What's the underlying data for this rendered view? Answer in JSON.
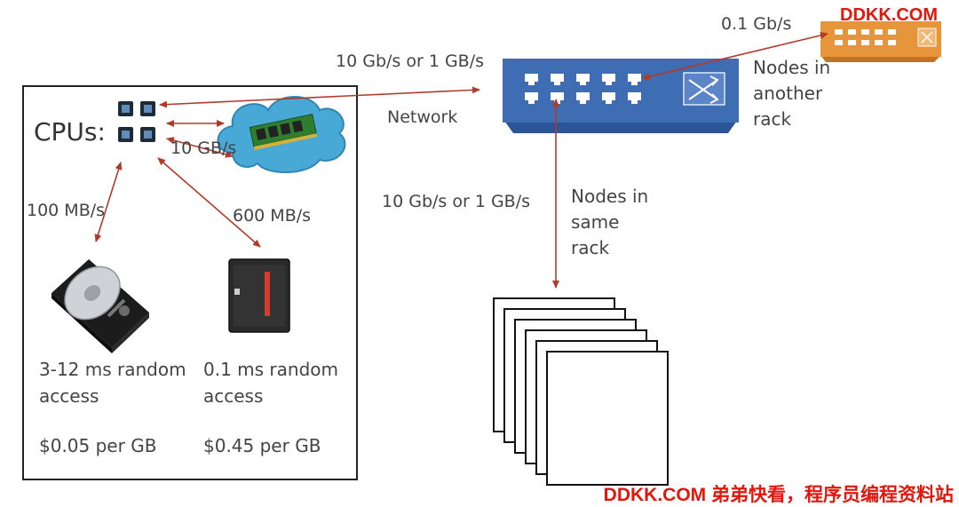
{
  "watermark": {
    "top": "DDKK.COM",
    "bottom": "DDKK.COM 弟弟快看，程序员编程资料站"
  },
  "node": {
    "cpus_label": "CPUs:",
    "ram_bandwidth": "10 GB/s",
    "hdd_bandwidth": "100 MB/s",
    "ssd_bandwidth": "600 MB/s",
    "hdd": {
      "latency_line1": "3-12 ms random",
      "latency_line2": "access",
      "price": "$0.05 per GB"
    },
    "ssd": {
      "latency_line1": "0.1 ms random",
      "latency_line2": "access",
      "price": "$0.45 per GB"
    }
  },
  "network": {
    "label": "Network",
    "node_link_bandwidth": "10 Gb/s or 1 GB/s",
    "rack_link_bandwidth": "10 Gb/s or 1 GB/s",
    "other_rack_bandwidth": "0.1 Gb/s",
    "same_rack_line1": "Nodes in",
    "same_rack_line2": "same",
    "same_rack_line3": "rack",
    "other_rack_line1": "Nodes in",
    "other_rack_line2": "another",
    "other_rack_line3": "rack"
  },
  "colors": {
    "arrow": "#b23a2a",
    "switch_blue": "#3f6db3",
    "switch_dark": "#2c5597",
    "remote_switch": "#e7953a",
    "cloud": "#49a9d6",
    "watermark": "#e2160b"
  },
  "icons": [
    "cpu-chip-icon",
    "ram-module-icon",
    "cloud-icon",
    "hard-disk-icon",
    "ssd-icon",
    "network-switch-icon",
    "remote-switch-icon",
    "server-stack-icon"
  ]
}
